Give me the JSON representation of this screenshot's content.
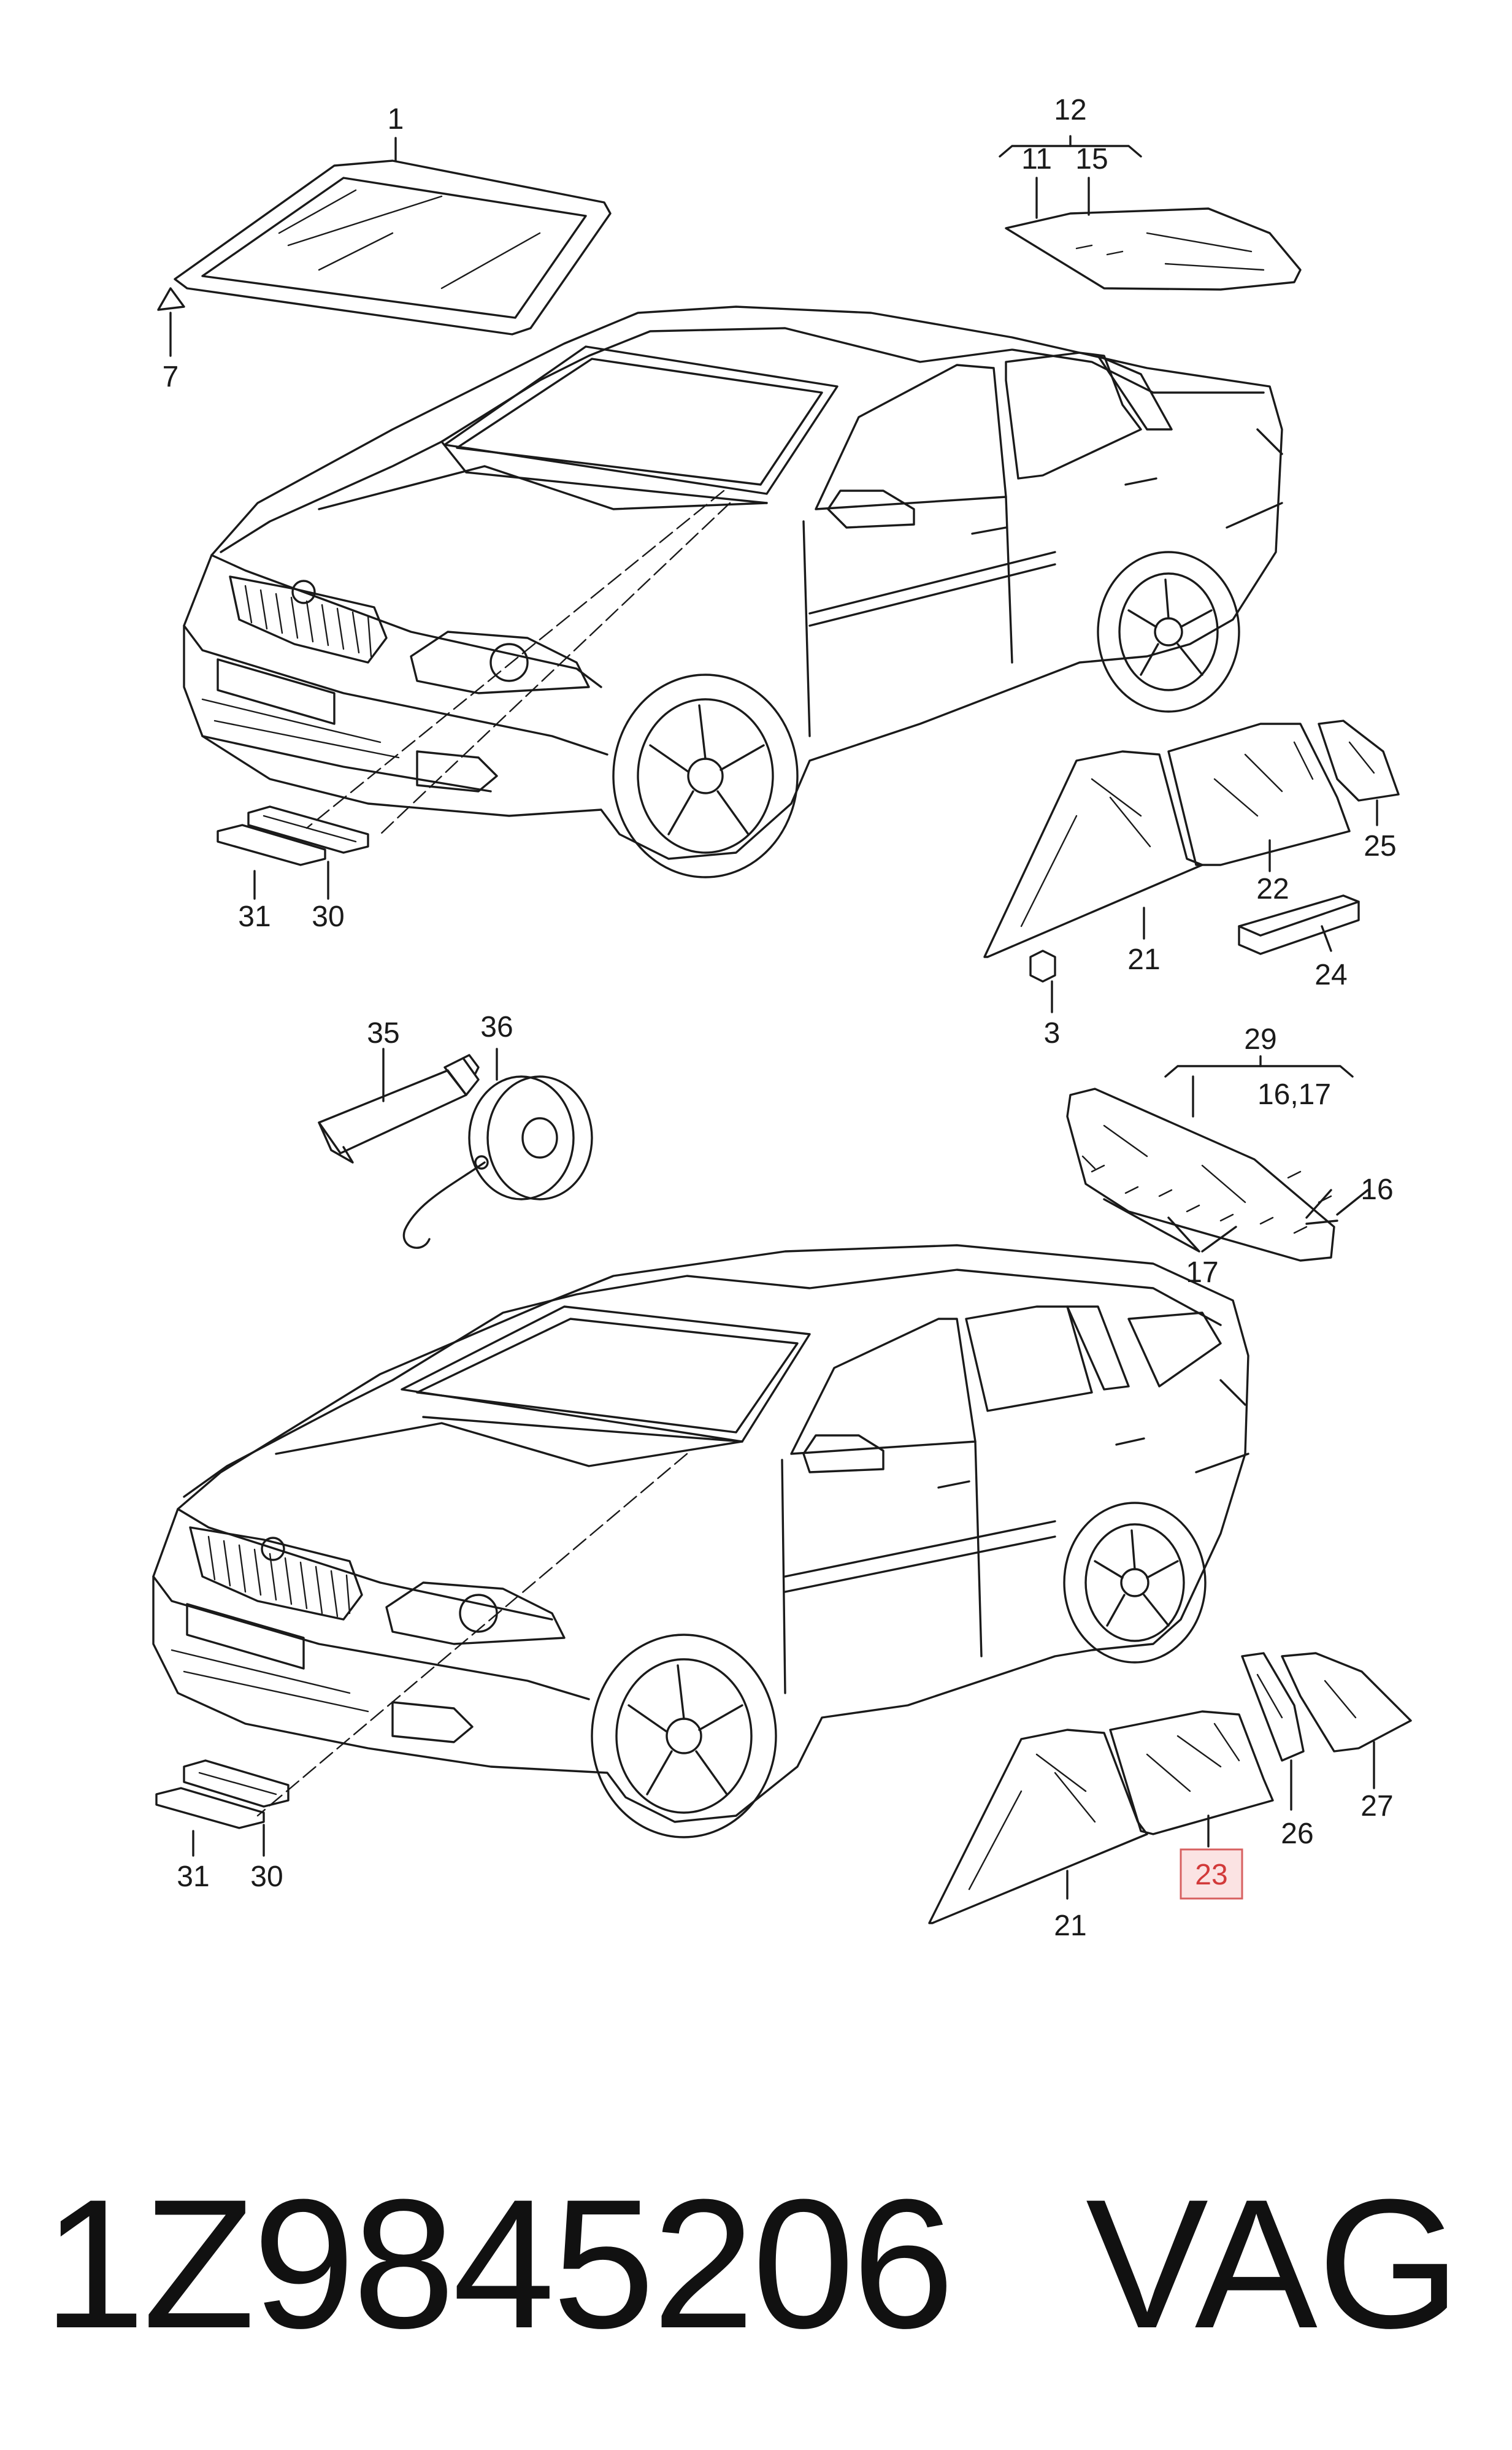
{
  "callouts": {
    "c1": "1",
    "c7": "7",
    "c12": "12",
    "c11": "11",
    "c15": "15",
    "c31a": "31",
    "c30a": "30",
    "c21a": "21",
    "c22": "22",
    "c25": "25",
    "c24": "24",
    "c3": "3",
    "c35": "35",
    "c36": "36",
    "c29": "29",
    "c1617": "16,17",
    "c16": "16",
    "c17": "17",
    "c31b": "31",
    "c30b": "30",
    "c21b": "21",
    "c23": "23",
    "c26": "26",
    "c27": "27"
  },
  "highlighted_callout": "23",
  "colors": {
    "line": "#1a1a1a",
    "highlight_box": "#fbe3e3",
    "highlight_border": "#d76060",
    "highlight_text": "#d23a3a"
  },
  "footer": {
    "part_number": "1Z9845206",
    "brand": "VAG"
  }
}
